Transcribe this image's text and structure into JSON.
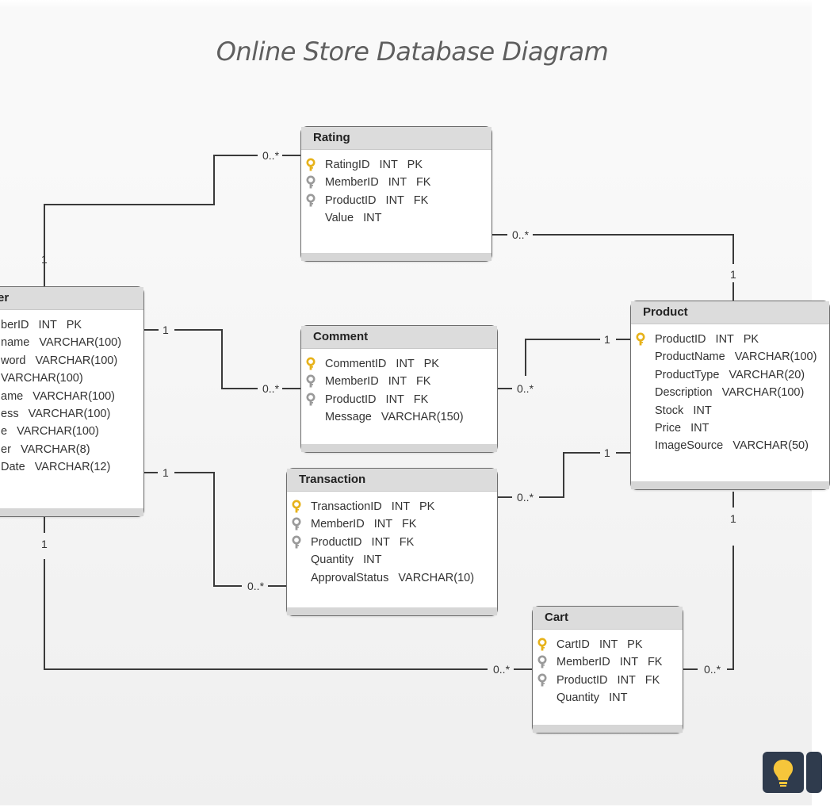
{
  "title": "Online Store Database Diagram",
  "entities": {
    "rating": {
      "name": "Rating",
      "rows": [
        {
          "text": "RatingID   INT   PK",
          "key": "pk"
        },
        {
          "text": "MemberID   INT   FK",
          "key": "fk"
        },
        {
          "text": "ProductID   INT   FK",
          "key": "fk"
        },
        {
          "text": "Value   INT",
          "key": ""
        }
      ]
    },
    "comment": {
      "name": "Comment",
      "rows": [
        {
          "text": "CommentID   INT   PK",
          "key": "pk"
        },
        {
          "text": "MemberID   INT   FK",
          "key": "fk"
        },
        {
          "text": "ProductID   INT   FK",
          "key": "fk"
        },
        {
          "text": "Message   VARCHAR(150)",
          "key": ""
        }
      ]
    },
    "transaction": {
      "name": "Transaction",
      "rows": [
        {
          "text": "TransactionID   INT   PK",
          "key": "pk"
        },
        {
          "text": "MemberID   INT   FK",
          "key": "fk"
        },
        {
          "text": "ProductID   INT   FK",
          "key": "fk"
        },
        {
          "text": "Quantity   INT",
          "key": ""
        },
        {
          "text": "ApprovalStatus   VARCHAR(10)",
          "key": ""
        }
      ]
    },
    "cart": {
      "name": "Cart",
      "rows": [
        {
          "text": "CartID   INT   PK",
          "key": "pk"
        },
        {
          "text": "MemberID   INT   FK",
          "key": "fk"
        },
        {
          "text": "ProductID   INT   FK",
          "key": "fk"
        },
        {
          "text": "Quantity   INT",
          "key": ""
        }
      ]
    },
    "product": {
      "name": "Product",
      "rows": [
        {
          "text": "ProductID   INT   PK",
          "key": "pk"
        },
        {
          "text": "ProductName   VARCHAR(100)",
          "key": ""
        },
        {
          "text": "ProductType   VARCHAR(20)",
          "key": ""
        },
        {
          "text": "Description   VARCHAR(100)",
          "key": ""
        },
        {
          "text": "Stock   INT",
          "key": ""
        },
        {
          "text": "Price   INT",
          "key": ""
        },
        {
          "text": "ImageSource   VARCHAR(50)",
          "key": ""
        }
      ]
    },
    "member": {
      "name": "er",
      "rows": [
        {
          "text": "berID   INT   PK",
          "key": ""
        },
        {
          "text": "name   VARCHAR(100)",
          "key": ""
        },
        {
          "text": "word   VARCHAR(100)",
          "key": ""
        },
        {
          "text": "VARCHAR(100)",
          "key": ""
        },
        {
          "text": "ame   VARCHAR(100)",
          "key": ""
        },
        {
          "text": "ess   VARCHAR(100)",
          "key": ""
        },
        {
          "text": "e   VARCHAR(100)",
          "key": ""
        },
        {
          "text": "er   VARCHAR(8)",
          "key": ""
        },
        {
          "text": "Date   VARCHAR(12)",
          "key": ""
        }
      ]
    }
  },
  "cardinality": {
    "one": "1",
    "many": "0..*"
  },
  "colors": {
    "pk_key": "#e7b21a",
    "fk_key": "#9a9a9a",
    "line": "#3a3a3a",
    "header_bg": "#dcdcdc"
  },
  "icons": {
    "pk": "primary-key-icon",
    "fk": "foreign-key-icon",
    "badge": "lightbulb-icon"
  }
}
